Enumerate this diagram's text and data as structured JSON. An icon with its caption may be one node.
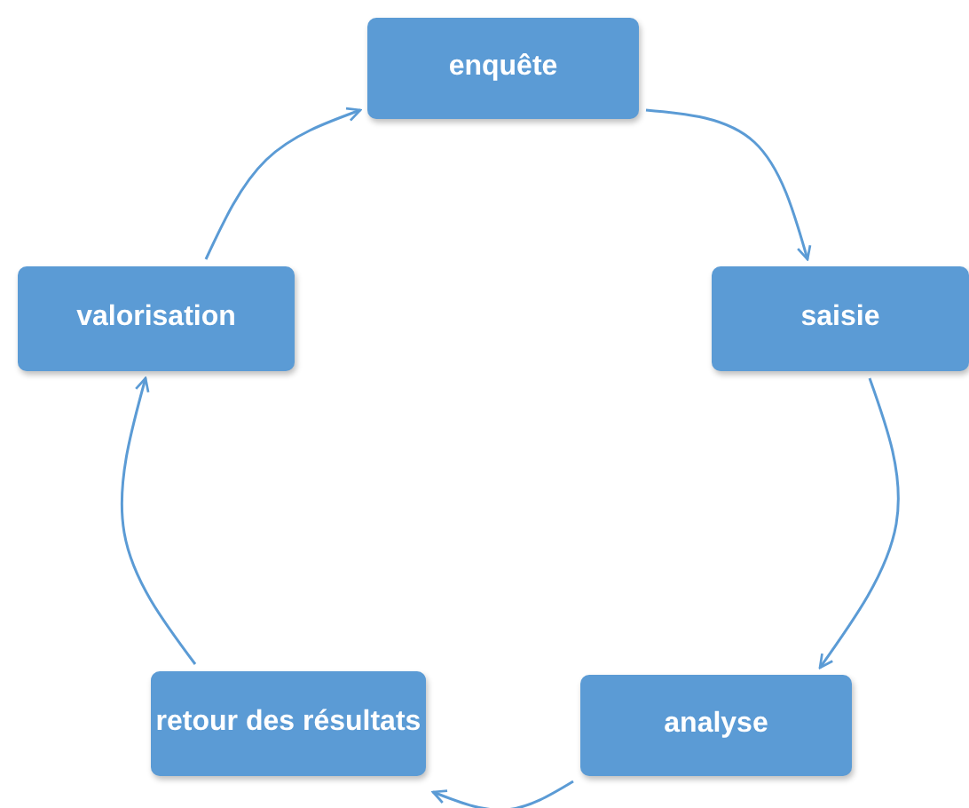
{
  "diagram": {
    "nodes": [
      {
        "text": [
          "enquête"
        ]
      },
      {
        "text": [
          "saisie"
        ]
      },
      {
        "text": [
          "analyse"
        ]
      },
      {
        "text": [
          "retour des résultats"
        ]
      },
      {
        "text": [
          "valorisation"
        ]
      }
    ],
    "edges": [
      {
        "from": 0,
        "to": 1,
        "arrow": "to"
      },
      {
        "from": 1,
        "to": 2,
        "arrow": "to"
      },
      {
        "from": 2,
        "to": 3,
        "arrow": "to"
      },
      {
        "from": 3,
        "to": 4,
        "arrow": "to"
      },
      {
        "from": 4,
        "to": 0,
        "arrow": "to"
      }
    ]
  }
}
